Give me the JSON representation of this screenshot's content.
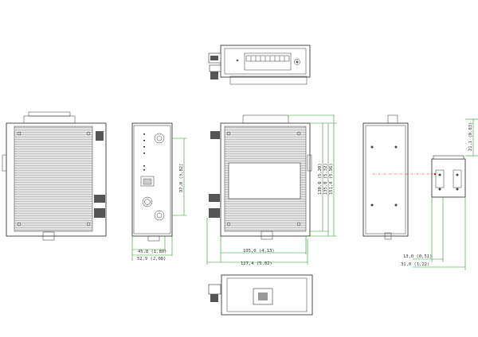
{
  "drawing": {
    "views": [
      "top-view",
      "rear-view",
      "front-view",
      "side-view",
      "side-mount-view",
      "bottom-view"
    ]
  },
  "dimensions": {
    "front_width_inner": "45,8 (1,80)",
    "front_width_outer": "52,9 (2,08)",
    "front_height": "97,0 (3,82)",
    "side_depth_inner": "105,0 (4,13)",
    "side_depth_outer": "127,4 (5,02)",
    "side_height_1": "130,0 (5,20)",
    "side_height_2": "135,0 (5,32)",
    "side_height_3": "151,4 (5,96)",
    "rail_width_1": "13,0 (0,51)",
    "rail_width_2": "31,0 (1,22)",
    "rail_height": "21,1 (0,83)"
  },
  "colors": {
    "dimension": "#2a9a2a",
    "centerline": "#d02020",
    "outline": "#222222",
    "grille": "#cfcfcf"
  }
}
